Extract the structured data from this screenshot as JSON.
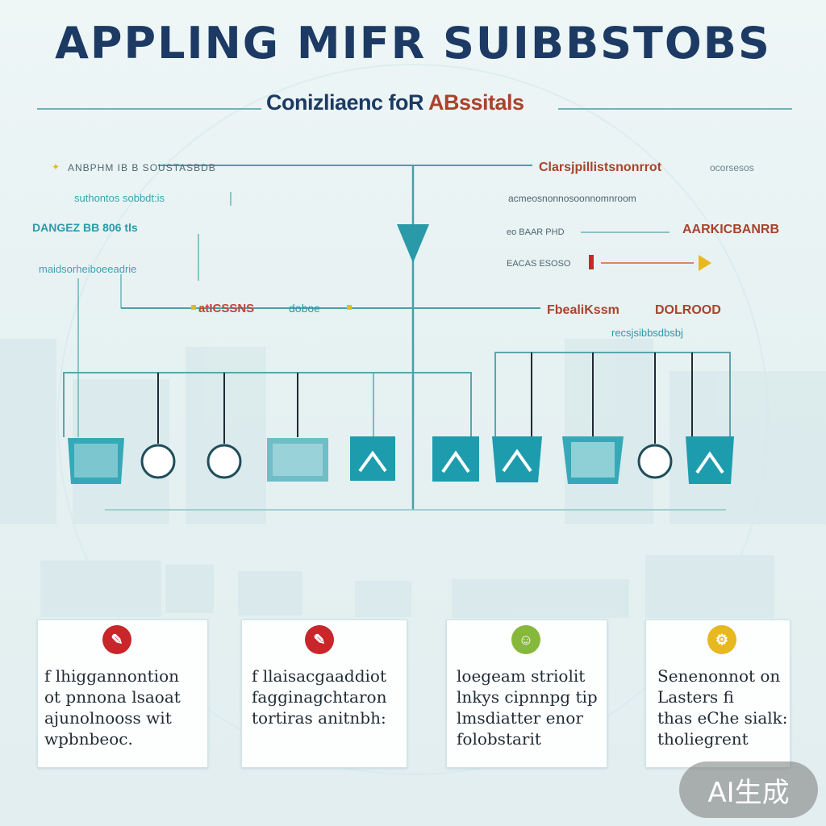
{
  "title": "APPLING MIFR SUIBBSTOBS",
  "subtitle": {
    "main": "Conizliaenc foR ",
    "accent": "ABssitals"
  },
  "left_labels": [
    "ANBPHM IB B SOUSTASBDB",
    "suthontos sobbdt:is",
    "DANGEZ BB 806 tls",
    "maidsorheiboeeadrie"
  ],
  "center_label": {
    "red": "atICSSNS",
    "teal": "doboe"
  },
  "right_labels": {
    "r1": "Clarsjpillistsnonrrot",
    "r1_extra": "ocorsesos",
    "r2": "acmeosnonnosoonnomnroom",
    "r3_small": "eo BAAR PHD",
    "r3": "AARKICBANRB",
    "r4": "EACAS ESOSO",
    "r5a": "FbealiKssm",
    "r5b": "DOLROOD",
    "r6": "recsjsibbsdbsbj"
  },
  "cards": [
    {
      "icon": "alert-icon",
      "color": "#c8262a",
      "text": "f lhiggannontion\not pnnona lsaoat\najunolnooss wit\nwpbnbeoc."
    },
    {
      "icon": "alert-icon",
      "color": "#c8262a",
      "text": "f llaisacgaaddiot\nfagginagchtaron\ntortiras anitnbh:"
    },
    {
      "icon": "person-icon",
      "color": "#86b83c",
      "text": "loegeam striolit\nlnkys cipnnpg tip\nlmsdiatter enor\nfolobstarit"
    },
    {
      "icon": "gear-icon",
      "color": "#e7b81f",
      "text": "Senenonnot on\nLasters fi\nthas eChe sialk:\ntholiegrent"
    }
  ],
  "watermark": "AI生成",
  "colors": {
    "navy": "#1c3a63",
    "teal": "#2a9aa9",
    "red": "#a8432c",
    "line": "#5aa6ad"
  }
}
